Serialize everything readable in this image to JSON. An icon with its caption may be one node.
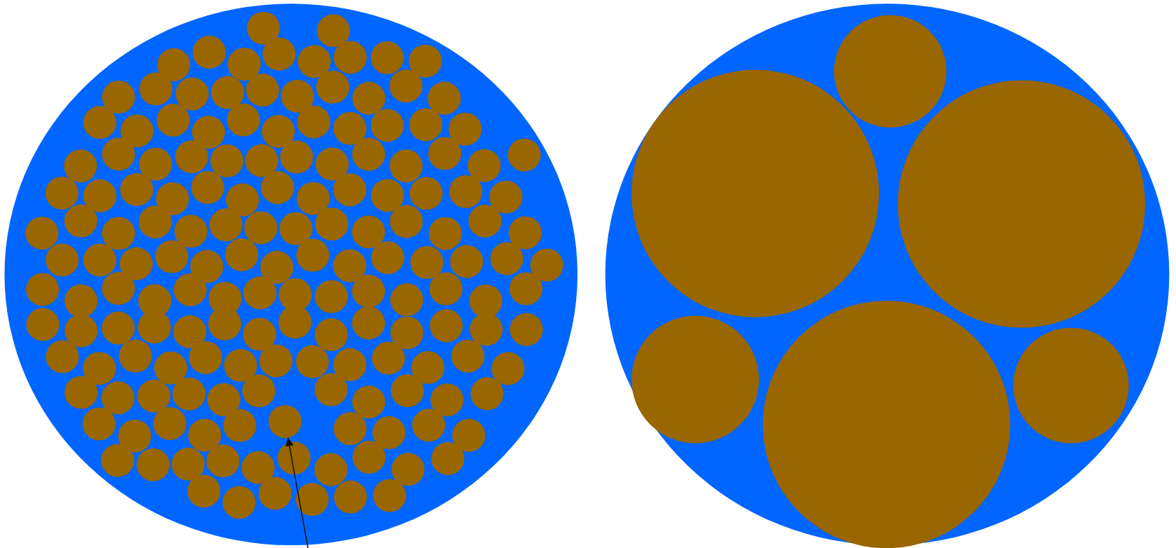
{
  "diagram": {
    "nodes": [
      {
        "text": [],
        "shape": "ellipse"
      },
      {
        "text": [],
        "shape": "circle",
        "in": 0
      },
      {
        "text": [],
        "shape": "ellipse"
      }
    ],
    "edges": [
      {
        "from": null,
        "to": 1,
        "arrow": "to"
      }
    ]
  }
}
